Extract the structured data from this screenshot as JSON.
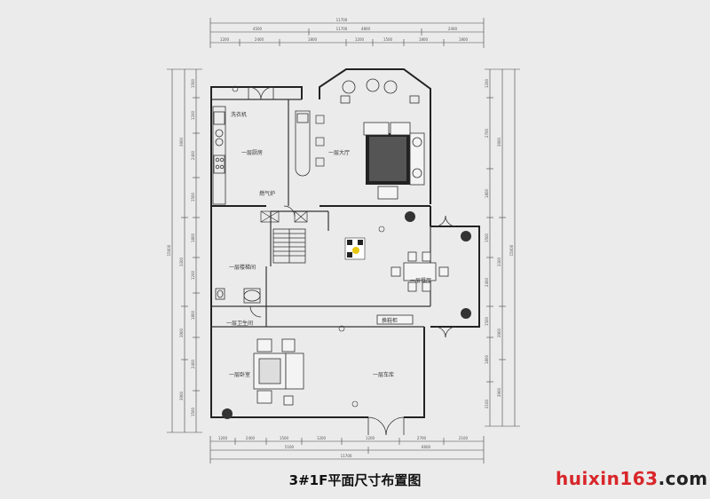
{
  "caption": "3#1F平面尺寸布置图",
  "watermark": {
    "part1": "huixin163",
    "part2": ".com"
  },
  "rooms": {
    "laundry": "洗衣机",
    "kitchen": "一层厨房",
    "lounge": "一层大厅",
    "boiler": "燃气炉",
    "stairwell": "一层楼梯间",
    "dining": "一层餐厅",
    "bathroom": "一层卫生间",
    "shoe_cabinet": "换鞋柜",
    "bedroom": "一层卧室",
    "garage": "一层车库"
  },
  "dimensions": {
    "top_total_1": "11700",
    "top_total_2": "11700",
    "top_outer": [
      "4500",
      "4800",
      "2400"
    ],
    "top_inner": [
      "1200",
      "2400",
      "1800",
      "1200",
      "1500",
      "1800",
      "1800"
    ],
    "bottom_total": "11700",
    "bottom_outer": [
      "5100",
      "6600"
    ],
    "bottom_inner": [
      "1200",
      "2400",
      "1500",
      "1200",
      "1200",
      "2700",
      "2100"
    ],
    "left_total": "15000",
    "left_mid": [
      "3900",
      "3300",
      "3900",
      "3900"
    ],
    "left_inner": [
      "1500",
      "1200",
      "2400",
      "1500",
      "1800",
      "1200",
      "1800",
      "2400",
      "1500"
    ],
    "right_total": "15000",
    "right_mid": [
      "3900",
      "3300",
      "3900",
      "3900"
    ],
    "right_inner": [
      "1200",
      "2700",
      "1800",
      "1500",
      "2400",
      "1500",
      "1800",
      "2100"
    ]
  }
}
